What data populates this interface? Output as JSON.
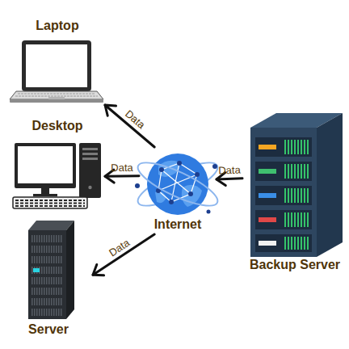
{
  "diagram": {
    "nodes": [
      {
        "text": [
          "Laptop"
        ]
      },
      {
        "text": [
          "Desktop"
        ]
      },
      {
        "text": [
          "Internet"
        ]
      },
      {
        "text": [
          "Server"
        ]
      },
      {
        "text": [
          "Backup Server"
        ]
      }
    ],
    "edges": [
      {
        "from": 4,
        "to": 2,
        "label": "Data",
        "arrow": "to"
      },
      {
        "from": 2,
        "to": 0,
        "label": "Data",
        "arrow": "to"
      },
      {
        "from": 2,
        "to": 1,
        "label": "Data",
        "arrow": "to"
      },
      {
        "from": 2,
        "to": 3,
        "label": "Data",
        "arrow": "to"
      }
    ]
  }
}
